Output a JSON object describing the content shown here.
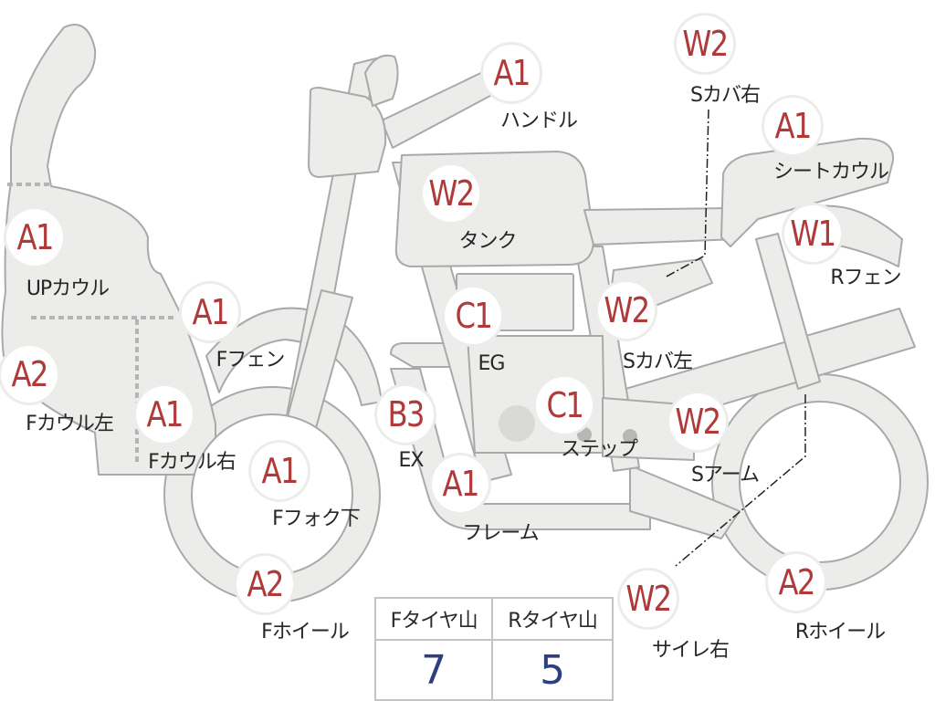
{
  "parts": {
    "handle": {
      "code": "A1",
      "label": "ハンドル"
    },
    "scover_r": {
      "code": "W2",
      "label": "Sカバ右"
    },
    "seat": {
      "code": "A1",
      "label": "シートカウル"
    },
    "tank": {
      "code": "W2",
      "label": "タンク"
    },
    "up_cowl": {
      "code": "A1",
      "label": "UPカウル"
    },
    "r_fender": {
      "code": "W1",
      "label": "Rフェン"
    },
    "f_fender": {
      "code": "A1",
      "label": "Fフェン"
    },
    "eg": {
      "code": "C1",
      "label": "EG"
    },
    "scover_l": {
      "code": "W2",
      "label": "Sカバ左"
    },
    "f_cowl_l": {
      "code": "A2",
      "label": "Fカウル左"
    },
    "f_cowl_r": {
      "code": "A1",
      "label": "Fカウル右"
    },
    "ex": {
      "code": "B3",
      "label": "EX"
    },
    "step": {
      "code": "C1",
      "label": "ステップ"
    },
    "s_arm": {
      "code": "W2",
      "label": "Sアーム"
    },
    "f_fork": {
      "code": "A1",
      "label": "Fフォク下"
    },
    "frame": {
      "code": "A1",
      "label": "フレーム"
    },
    "f_wheel": {
      "code": "A2",
      "label": "Fホイール"
    },
    "silencer": {
      "code": "W2",
      "label": "サイレ右"
    },
    "r_wheel": {
      "code": "A2",
      "label": "Rホイール"
    }
  },
  "tyre_table": {
    "front_label": "Fタイヤ山",
    "rear_label": "Rタイヤ山",
    "front_value": "7",
    "rear_value": "5"
  },
  "colors": {
    "code": "#b03a3a",
    "body": "#ececea",
    "outline": "#a9a9a9",
    "value": "#2d3f80"
  }
}
